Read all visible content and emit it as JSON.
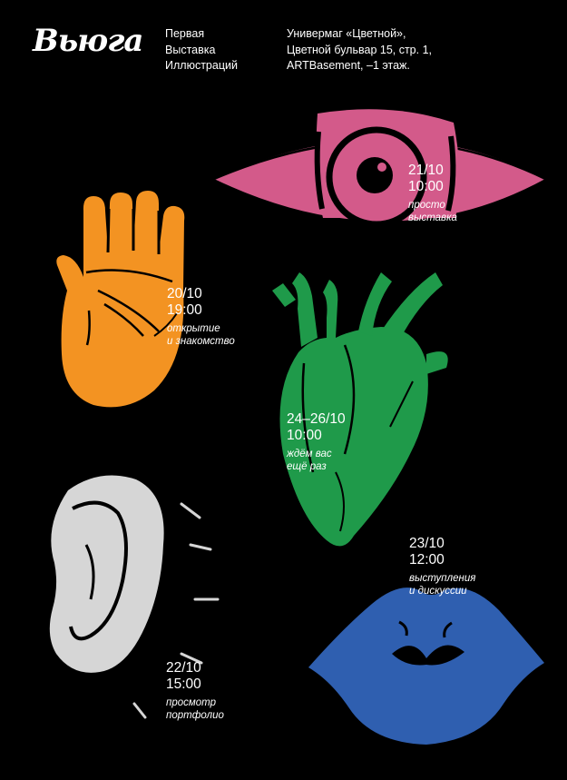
{
  "logo": {
    "text": "Вьюга"
  },
  "header": {
    "title_lines": [
      "Первая",
      "Выставка",
      "Иллюстраций"
    ],
    "venue_lines": [
      "Универмаг «Цветной»,",
      "Цветной бульвар 15, стр. 1,",
      "ARTBasement, –1 этаж."
    ]
  },
  "events": {
    "eye": {
      "date": "21/10",
      "time": "10:00",
      "note": [
        "просто",
        "выставка"
      ],
      "icon": "eye-icon",
      "color": "#d35a8a"
    },
    "hand": {
      "date": "20/10",
      "time": "19:00",
      "note": [
        "открытие",
        "и знакомство"
      ],
      "icon": "hand-icon",
      "color": "#f39322"
    },
    "heart": {
      "date": "24–26/10",
      "time": "10:00",
      "note": [
        "ждём вас",
        "ещё раз"
      ],
      "icon": "heart-icon",
      "color": "#1f9a4a"
    },
    "lips": {
      "date": "23/10",
      "time": "12:00",
      "note": [
        "выступления",
        "и дискуссии"
      ],
      "icon": "lips-icon",
      "color": "#2f5fb0"
    },
    "ear": {
      "date": "22/10",
      "time": "15:00",
      "note": [
        "просмотр",
        "портфолио"
      ],
      "icon": "ear-icon",
      "color": "#d6d6d6"
    }
  },
  "colors": {
    "background": "#000000",
    "text": "#ffffff"
  }
}
